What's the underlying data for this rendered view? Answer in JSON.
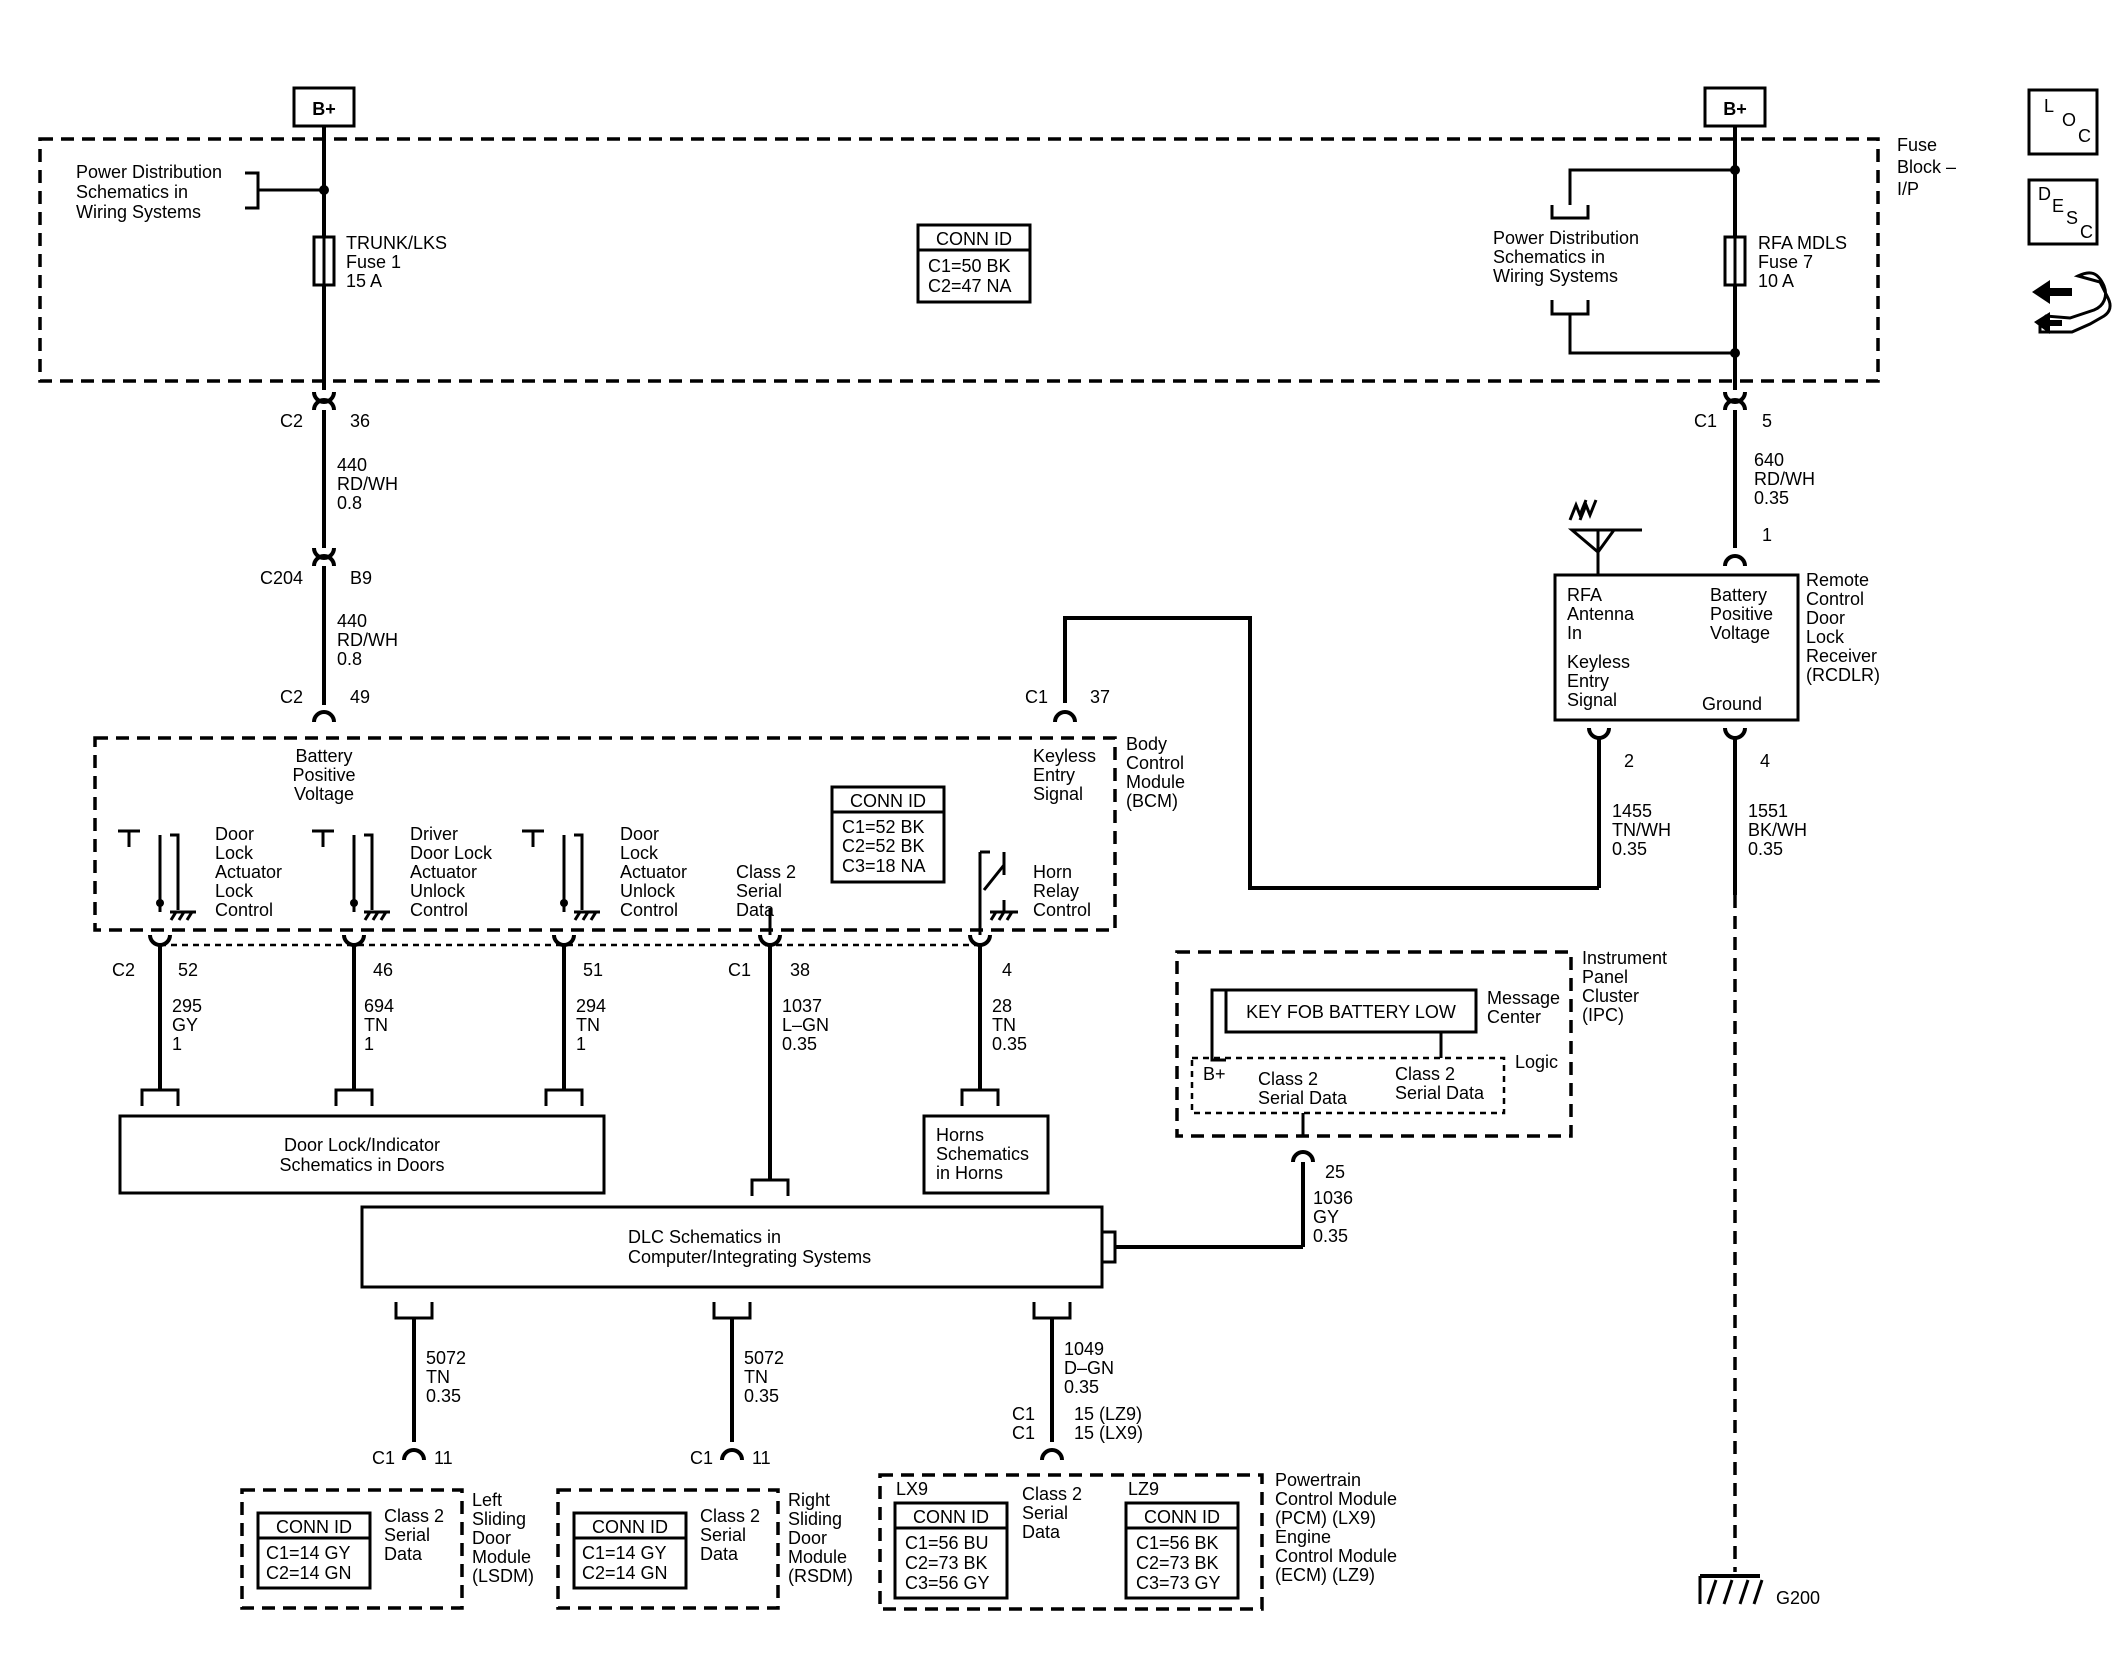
{
  "texts": {
    "bplus_left": "B+",
    "bplus_right": "B+",
    "pd_left": [
      "Power Distribution",
      "Schematics in",
      "Wiring Systems"
    ],
    "fuse1": [
      "TRUNK/LKS",
      "Fuse 1",
      "15 A"
    ],
    "connid_top": [
      "CONN ID",
      "C1=50 BK",
      "C2=47 NA"
    ],
    "pd_right": [
      "Power Distribution",
      "Schematics in",
      "Wiring Systems"
    ],
    "fuse7": [
      "RFA MDLS",
      "Fuse 7",
      "10 A"
    ],
    "fuseblock": [
      "Fuse",
      "Block –",
      "I/P"
    ],
    "c2": "C2",
    "p36": "36",
    "wire440a": [
      "440",
      "RD/WH",
      "0.8"
    ],
    "c204": "C204",
    "b9": "B9",
    "wire440b": [
      "440",
      "RD/WH",
      "0.8"
    ],
    "c2b": "C2",
    "p49": "49",
    "c1_bcm": "C1",
    "p37": "37",
    "c1_rfa": "C1",
    "p5": "5",
    "wire640": [
      "640",
      "RD/WH",
      "0.35"
    ],
    "p1": "1",
    "rcdlr_labels": [
      "RFA",
      "Antenna",
      "In"
    ],
    "rcdlr_bpv": [
      "Battery",
      "Positive",
      "Voltage"
    ],
    "rcdlr_kes": [
      "Keyless",
      "Entry",
      "Signal"
    ],
    "rcdlr_gnd": "Ground",
    "rcdlr_name": [
      "Remote",
      "Control",
      "Door",
      "Lock",
      "Receiver",
      "(RCDLR)"
    ],
    "p2": "2",
    "p4r": "4",
    "wire1455": [
      "1455",
      "TN/WH",
      "0.35"
    ],
    "wire1551": [
      "1551",
      "BK/WH",
      "0.35"
    ],
    "bcm_bpv": [
      "Battery",
      "Positive",
      "Voltage"
    ],
    "bcm_kes": [
      "Keyless",
      "Entry",
      "Signal"
    ],
    "bcm_name": [
      "Body",
      "Control",
      "Module",
      "(BCM)"
    ],
    "connid_bcm": [
      "CONN ID",
      "C1=52 BK",
      "C2=52 BK",
      "C3=18 NA"
    ],
    "dl_lock": [
      "Door",
      "Lock",
      "Actuator",
      "Lock",
      "Control"
    ],
    "driver_unlock": [
      "Driver",
      "Door Lock",
      "Actuator",
      "Unlock",
      "Control"
    ],
    "dl_unlock": [
      "Door",
      "Lock",
      "Actuator",
      "Unlock",
      "Control"
    ],
    "class2_bcm": [
      "Class 2",
      "Serial",
      "Data"
    ],
    "horn_relay": [
      "Horn",
      "Relay",
      "Control"
    ],
    "c2c": "C2",
    "p52": "52",
    "p46": "46",
    "p51": "51",
    "c1c": "C1",
    "p38": "38",
    "p4b": "4",
    "wire295": [
      "295",
      "GY",
      "1"
    ],
    "wire694": [
      "694",
      "TN",
      "1"
    ],
    "wire294": [
      "294",
      "TN",
      "1"
    ],
    "wire1037": [
      "1037",
      "L–GN",
      "0.35"
    ],
    "wire28": [
      "28",
      "TN",
      "0.35"
    ],
    "door_lock_box": [
      "Door Lock/Indicator",
      "Schematics in Doors"
    ],
    "horns_box": [
      "Horns",
      "Schematics",
      "in Horns"
    ],
    "ipc_msg": "KEY FOB BATTERY LOW",
    "ipc_mc": [
      "Message",
      "Center"
    ],
    "ipc_logic": "Logic",
    "ipc_bplus": "B+",
    "ipc_c2a": [
      "Class 2",
      "Serial Data"
    ],
    "ipc_c2b": [
      "Class 2",
      "Serial Data"
    ],
    "ipc_name": [
      "Instrument",
      "Panel",
      "Cluster",
      "(IPC)"
    ],
    "p25": "25",
    "wire1036": [
      "1036",
      "GY",
      "0.35"
    ],
    "dlc_box": [
      "DLC Schematics in",
      "Computer/Integrating Systems"
    ],
    "wire5072a": [
      "5072",
      "TN",
      "0.35"
    ],
    "wire5072b": [
      "5072",
      "TN",
      "0.35"
    ],
    "wire1049": [
      "1049",
      "D–GN",
      "0.35"
    ],
    "c1_lsdm": "C1",
    "p11a": "11",
    "c1_rsdm": "C1",
    "p11b": "11",
    "c1_pcm": [
      "C1",
      "C1"
    ],
    "pcm_pins": [
      "15 (LZ9)",
      "15 (LX9)"
    ],
    "connid_lsdm": [
      "CONN ID",
      "C1=14 GY",
      "C2=14 GN"
    ],
    "lsdm_c2": [
      "Class 2",
      "Serial",
      "Data"
    ],
    "lsdm_name": [
      "Left",
      "Sliding",
      "Door",
      "Module",
      "(LSDM)"
    ],
    "connid_rsdm": [
      "CONN ID",
      "C1=14 GY",
      "C2=14 GN"
    ],
    "rsdm_c2": [
      "Class 2",
      "Serial",
      "Data"
    ],
    "rsdm_name": [
      "Right",
      "Sliding",
      "Door",
      "Module",
      "(RSDM)"
    ],
    "lx9": "LX9",
    "lz9": "LZ9",
    "connid_lx9": [
      "CONN ID",
      "C1=56 BU",
      "C2=73 BK",
      "C3=56 GY"
    ],
    "connid_lz9": [
      "CONN ID",
      "C1=56 BK",
      "C2=73 BK",
      "C3=73 GY"
    ],
    "pcm_c2": [
      "Class 2",
      "Serial",
      "Data"
    ],
    "pcm_name": [
      "Powertrain",
      "Control Module",
      "(PCM) (LX9)",
      "Engine",
      "Control Module",
      "(ECM) (LZ9)"
    ],
    "g200": "G200",
    "loc_icon": [
      "L",
      "O",
      "C"
    ],
    "desc_icon": [
      "D",
      "E",
      "S",
      "C"
    ]
  }
}
